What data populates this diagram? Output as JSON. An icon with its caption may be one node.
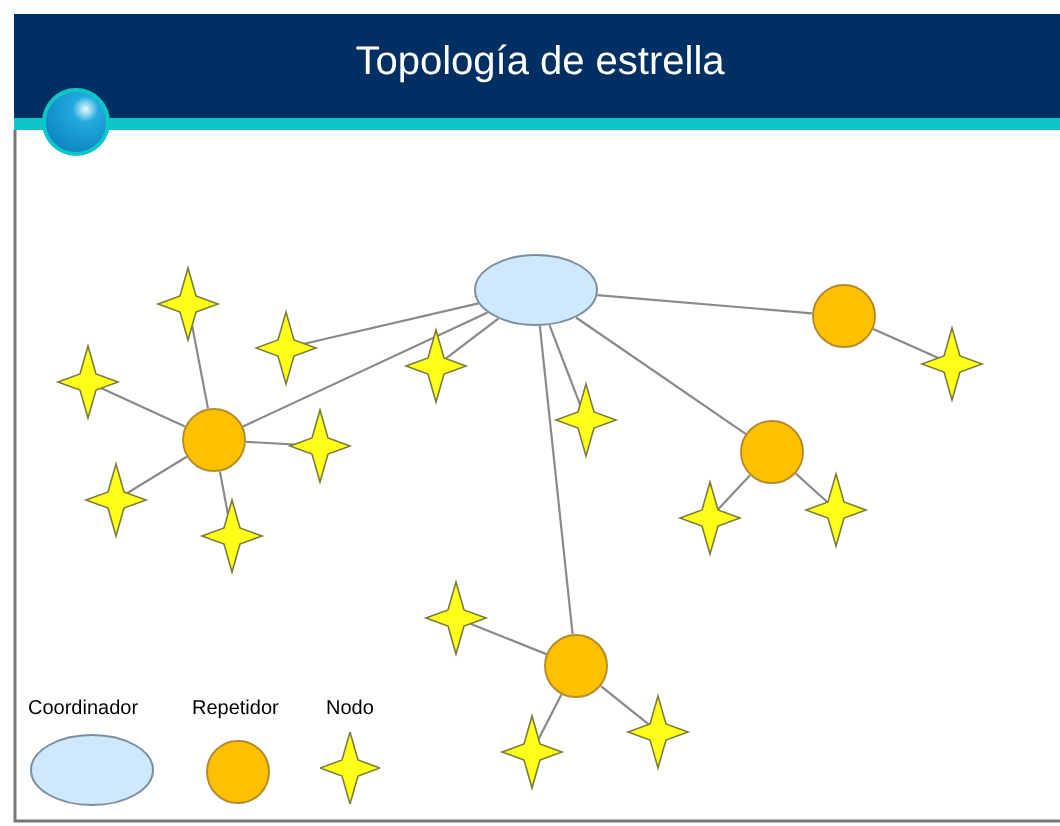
{
  "diagram": {
    "title": "Topología de estrella",
    "nodes": [
      {
        "text": [],
        "shape": "ellipse"
      },
      {
        "text": [],
        "shape": "star"
      },
      {
        "text": [],
        "shape": "circle"
      },
      {
        "text": [],
        "shape": "star"
      },
      {
        "text": [],
        "shape": "star"
      },
      {
        "text": [],
        "shape": "star"
      },
      {
        "text": [],
        "shape": "star"
      },
      {
        "text": [],
        "shape": "star"
      },
      {
        "text": [],
        "shape": "circle"
      },
      {
        "text": [],
        "shape": "star"
      },
      {
        "text": [],
        "shape": "circle"
      },
      {
        "text": [],
        "shape": "star"
      },
      {
        "text": [],
        "shape": "star"
      },
      {
        "text": [],
        "shape": "star"
      },
      {
        "text": [],
        "shape": "star"
      },
      {
        "text": [],
        "shape": "star"
      },
      {
        "text": [],
        "shape": "circle"
      },
      {
        "text": [],
        "shape": "star"
      },
      {
        "text": [],
        "shape": "star"
      }
    ],
    "edges": [
      {
        "from": 0,
        "to": 3,
        "arrow": "none"
      },
      {
        "from": 0,
        "to": 8,
        "arrow": "none"
      },
      {
        "from": 0,
        "to": 4,
        "arrow": "none"
      },
      {
        "from": 0,
        "to": 7,
        "arrow": "none"
      },
      {
        "from": 0,
        "to": 2,
        "arrow": "none"
      },
      {
        "from": 0,
        "to": 10,
        "arrow": "none"
      },
      {
        "from": 0,
        "to": 16,
        "arrow": "none"
      },
      {
        "from": 8,
        "to": 1,
        "arrow": "none"
      },
      {
        "from": 8,
        "to": 6,
        "arrow": "none"
      },
      {
        "from": 8,
        "to": 11,
        "arrow": "none"
      },
      {
        "from": 8,
        "to": 14,
        "arrow": "none"
      },
      {
        "from": 8,
        "to": 9,
        "arrow": "none"
      },
      {
        "from": 2,
        "to": 5,
        "arrow": "none"
      },
      {
        "from": 10,
        "to": 13,
        "arrow": "none"
      },
      {
        "from": 10,
        "to": 12,
        "arrow": "none"
      },
      {
        "from": 16,
        "to": 15,
        "arrow": "none"
      },
      {
        "from": 16,
        "to": 18,
        "arrow": "none"
      },
      {
        "from": 16,
        "to": 17,
        "arrow": "none"
      }
    ],
    "legend": [
      {
        "text": "Coordinador"
      },
      {
        "text": "Repetidor"
      },
      {
        "text": "Nodo"
      }
    ]
  }
}
